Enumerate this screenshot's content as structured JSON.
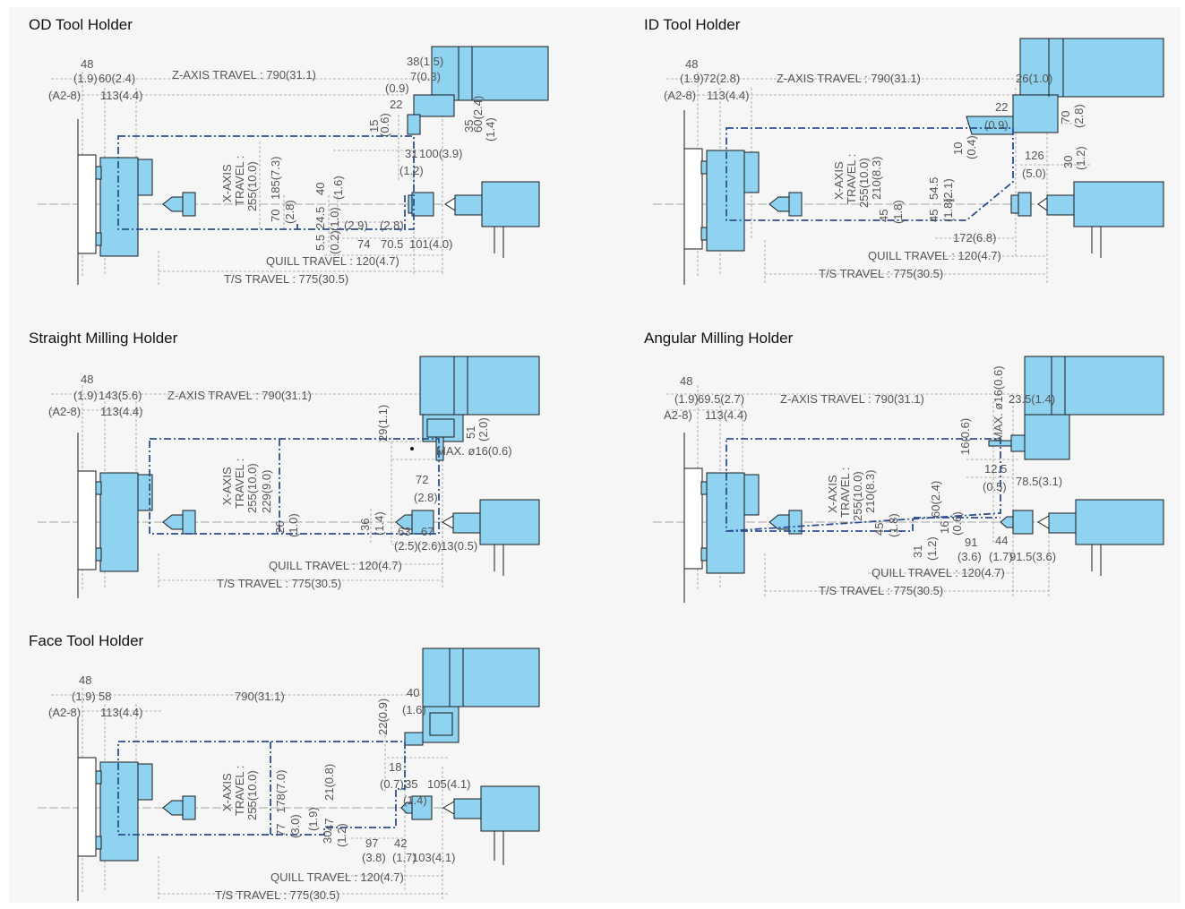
{
  "colors": {
    "background": "#f6f6f6",
    "machine_fill": "#8fd3f1",
    "outline": "#1a1a1a",
    "travel_path": "#2b4f8e",
    "dimension_text": "#555555",
    "dim_line": "#9a9a9a"
  },
  "icons": [
    "chuck",
    "spindle-jaw",
    "tool-turret",
    "tailstock",
    "live-center",
    "workpiece"
  ],
  "panels": [
    {
      "id": "od",
      "title": "OD Tool Holder",
      "z_travel": "Z-AXIS TRAVEL : 790(31.1)",
      "x_travel": [
        "X-AXIS",
        "TRAVEL :",
        "255(10.0)"
      ],
      "quill_travel": "QUILL TRAVEL : 120(4.7)",
      "ts_travel": "T/S TRAVEL : 775(30.5)",
      "labels": [
        "48",
        "(1.9)",
        "60(2.4)",
        "(A2-8)",
        "113(4.4)",
        "38(1.5)",
        "7(0.3)",
        "(0.9)",
        "22",
        "35",
        "60(2.4)",
        "(1.4)",
        "15",
        "(0.6)",
        "31",
        "(1.2)",
        "100(3.9)",
        "185(7.3)",
        "70",
        "(2.8)",
        "40",
        "(1.6)",
        "5.5",
        "(0.2)",
        "24.5",
        "(1.0)",
        "(2.9)",
        "(2.8)",
        "74",
        "70.5",
        "101(4.0)"
      ]
    },
    {
      "id": "id",
      "title": "ID Tool Holder",
      "z_travel": "Z-AXIS TRAVEL : 790(31.1)",
      "x_travel": [
        "X-AXIS",
        "TRAVEL :",
        "255(10.0)"
      ],
      "quill_travel": "QUILL TRAVEL : 120(4.7)",
      "ts_travel": "T/S TRAVEL : 775(30.5)",
      "labels": [
        "48",
        "(1.9)",
        "72(2.8)",
        "(A2-8)",
        "113(4.4)",
        "26(1.0)",
        "22",
        "(0.9)",
        "70",
        "(2.8)",
        "10",
        "(0.4)",
        "126",
        "(5.0)",
        "30",
        "(1.2)",
        "210(8.3)",
        "45",
        "(1.8)",
        "54.5",
        "(2.1)",
        "45",
        "(1.8)",
        "172(6.8)"
      ]
    },
    {
      "id": "sm",
      "title": "Straight Milling Holder",
      "z_travel": "Z-AXIS TRAVEL : 790(31.1)",
      "x_travel": [
        "X-AXIS",
        "TRAVEL :",
        "255(10.0)"
      ],
      "quill_travel": "QUILL TRAVEL : 120(4.7)",
      "ts_travel": "T/S TRAVEL : 775(30.5)",
      "labels": [
        "48",
        "(1.9)",
        "143(5.6)",
        "(A2-8)",
        "113(4.4)",
        "29(1.1)",
        "51",
        "(2.0)",
        "MAX. ø16(0.6)",
        "72",
        "(2.8)",
        "229(9.0)",
        "26",
        "(1.0)",
        "36",
        "(1.4)",
        "63",
        "67",
        "(2.5)",
        "(2.6)",
        "13(0.5)"
      ]
    },
    {
      "id": "am",
      "title": "Angular Milling Holder",
      "z_travel": "Z-AXIS TRAVEL : 790(31.1)",
      "x_travel": [
        "X-AXIS",
        "TRAVEL :",
        "255(10.0)"
      ],
      "quill_travel": "QUILL TRAVEL : 120(4.7)",
      "ts_travel": "T/S TRAVEL : 775(30.5)",
      "labels": [
        "48",
        "(1.9)",
        "69.5(2.7)",
        "A2-8)",
        "113(4.4)",
        "MAX. ø16(0.6)",
        "23.5(1.4)",
        "16(0.6)",
        "12.5",
        "(0.5)",
        "78.5(3.1)",
        "210(8.3)",
        "45",
        "(1.8)",
        "60(2.4)",
        "31",
        "(1.2)",
        "16",
        "(0.6)",
        "91",
        "(3.6)",
        "44",
        "(1.7)",
        "91.5(3.6)"
      ]
    },
    {
      "id": "face",
      "title": "Face Tool Holder",
      "z_travel": "790(31.1)",
      "x_travel": [
        "X-AXIS",
        "TRAVEL :",
        "255(10.0)"
      ],
      "quill_travel": "QUILL TRAVEL : 120(4.7)",
      "ts_travel": "T/S TRAVEL : 775(30.5)",
      "labels": [
        "48",
        "(1.9)",
        "58",
        "(A2-8)",
        "113(4.4)",
        "40",
        "(1.6)",
        "22(0.9)",
        "18",
        "(0.7)",
        "35",
        "(1.4)",
        "105(4.1)",
        "178(7.0)",
        "77",
        "(3.0)",
        "21(0.8)",
        "(1.9)",
        "30",
        "47",
        "(1.2)",
        "97",
        "(3.8)",
        "42",
        "(1.7)",
        "103(4.1)"
      ]
    }
  ]
}
